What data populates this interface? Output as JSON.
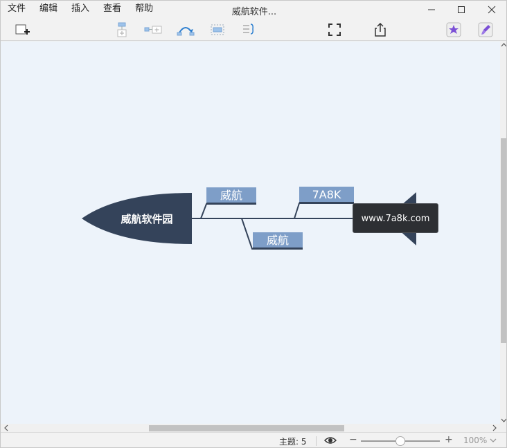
{
  "menu": {
    "items": [
      {
        "label": "文件"
      },
      {
        "label": "编辑"
      },
      {
        "label": "插入"
      },
      {
        "label": "查看"
      },
      {
        "label": "帮助"
      }
    ]
  },
  "window": {
    "title": "威航软件..."
  },
  "toolbar": {
    "icons": [
      "new-sheet-icon",
      "add-subtopic-icon",
      "add-topic-icon",
      "relationship-icon",
      "boundary-icon",
      "summary-icon",
      "fullscreen-icon",
      "share-icon",
      "theme-icon",
      "format-icon"
    ]
  },
  "mindmap": {
    "central_topic": "威航软件园",
    "subtopic_upper_left": "威航",
    "subtopic_upper_right": "7A8K",
    "subtopic_lower": "威航",
    "tooltip": "www.7a8k.com",
    "colors": {
      "central": "#34435a",
      "subtopic": "#7e9ec8",
      "canvas": "#edf3fa"
    }
  },
  "statusbar": {
    "topics_label": "主题: 5",
    "zoom_minus": "−",
    "zoom_plus": "+",
    "zoom_level": "100%",
    "zoom_fraction": 0.5
  }
}
